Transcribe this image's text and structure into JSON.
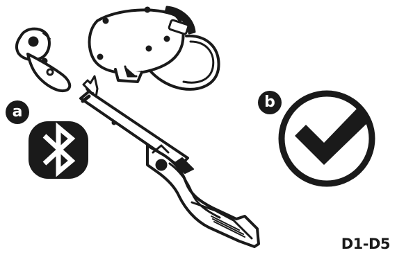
{
  "badges": {
    "a": "a",
    "b": "b"
  },
  "step_code": "D1-D5",
  "icons": {
    "bluetooth": "bluetooth-icon",
    "check": "checkmark-circle-icon",
    "headset": "vr-headset-icon",
    "controller": "vr-controller-icon",
    "stock": "gun-stock-accessory-icon"
  },
  "colors": {
    "ink": "#1a1a1a",
    "background": "#ffffff"
  }
}
